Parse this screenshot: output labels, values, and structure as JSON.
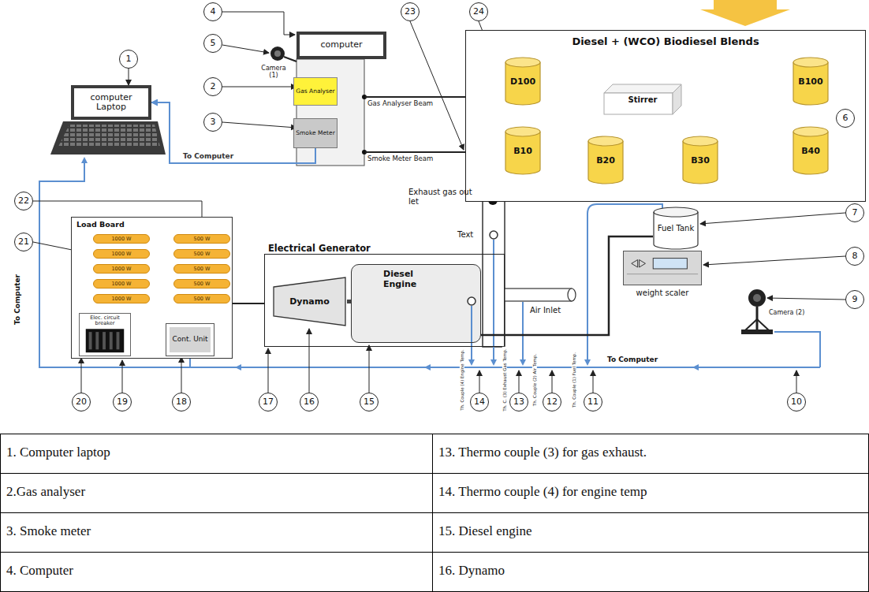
{
  "diagram": {
    "nodes": [
      {
        "text": [
          "computer"
        ]
      },
      {
        "text": [
          "Gas Analyser"
        ]
      },
      {
        "text": [
          "Smoke Meter"
        ]
      },
      {
        "text": [
          "computer Laptop"
        ]
      },
      {
        "text": [
          "Diesel + (WCO) Biodiesel Blends"
        ]
      },
      {
        "text": [
          "D100"
        ],
        "in": 4
      },
      {
        "text": [
          "B100"
        ],
        "in": 4
      },
      {
        "text": [
          "Stirrer"
        ],
        "in": 4
      },
      {
        "text": [
          "B10"
        ],
        "in": 4
      },
      {
        "text": [
          "B20"
        ],
        "in": 4
      },
      {
        "text": [
          "B30"
        ],
        "in": 4
      },
      {
        "text": [
          "B40"
        ],
        "in": 4
      },
      {
        "text": [
          "Load Board"
        ]
      },
      {
        "text": [
          "1000 W"
        ],
        "in": 12
      },
      {
        "text": [
          "500 W"
        ],
        "in": 12
      },
      {
        "text": [
          "1000 W"
        ],
        "in": 12
      },
      {
        "text": [
          "500 W"
        ],
        "in": 12
      },
      {
        "text": [
          "1000 W"
        ],
        "in": 12
      },
      {
        "text": [
          "500 W"
        ],
        "in": 12
      },
      {
        "text": [
          "1000 W"
        ],
        "in": 12
      },
      {
        "text": [
          "500 W"
        ],
        "in": 12
      },
      {
        "text": [
          "1000 W"
        ],
        "in": 12
      },
      {
        "text": [
          "500 W"
        ],
        "in": 12
      },
      {
        "text": [
          "Elec. circuit breaker"
        ],
        "in": 12
      },
      {
        "text": [
          "Cont. Unit"
        ],
        "in": 12
      },
      {
        "text": [
          "Electrical Generator"
        ]
      },
      {
        "text": [
          "Dynamo"
        ],
        "in": 25
      },
      {
        "text": [
          "Diesel Engine"
        ],
        "in": 25
      },
      {
        "text": [
          "Fuel Tank"
        ]
      },
      {
        "text": [
          "weight scaler"
        ]
      }
    ],
    "edges": [
      {
        "from": 26,
        "to": 27,
        "arrow": "none"
      },
      {
        "from": 28,
        "to": 27,
        "arrow": "none"
      },
      {
        "from": 2,
        "to": 3,
        "label": "To Computer",
        "arrow": "to"
      },
      {
        "from": 12,
        "to": 25,
        "arrow": "none"
      }
    ],
    "labels": [
      "1",
      "2",
      "3",
      "4",
      "5",
      "6",
      "7",
      "8",
      "9",
      "10",
      "11",
      "12",
      "13",
      "14",
      "15",
      "16",
      "17",
      "18",
      "19",
      "20",
      "21",
      "22",
      "23",
      "24",
      "Camera (1)",
      "Camera (2)",
      "Gas Analyser Beam",
      "Smoke Meter Beam",
      "Exhaust gas out let",
      "Text",
      "Air Inlet",
      "To Computer",
      "To Computer",
      "Th. Couple (4) Engine Temp.",
      "Th. C. (3) Exhaust Gas Temp.",
      "Th. Couple (2) Air Temp.",
      "Th. Couple (1) Fuel Temp.",
      "1. Computer laptop",
      "13. Thermo couple (3) for gas exhaust.",
      "2.Gas analyser",
      "14. Thermo couple (4) for engine temp",
      "3. Smoke meter",
      "15. Diesel engine",
      "4. Computer",
      "16. Dynamo"
    ]
  }
}
